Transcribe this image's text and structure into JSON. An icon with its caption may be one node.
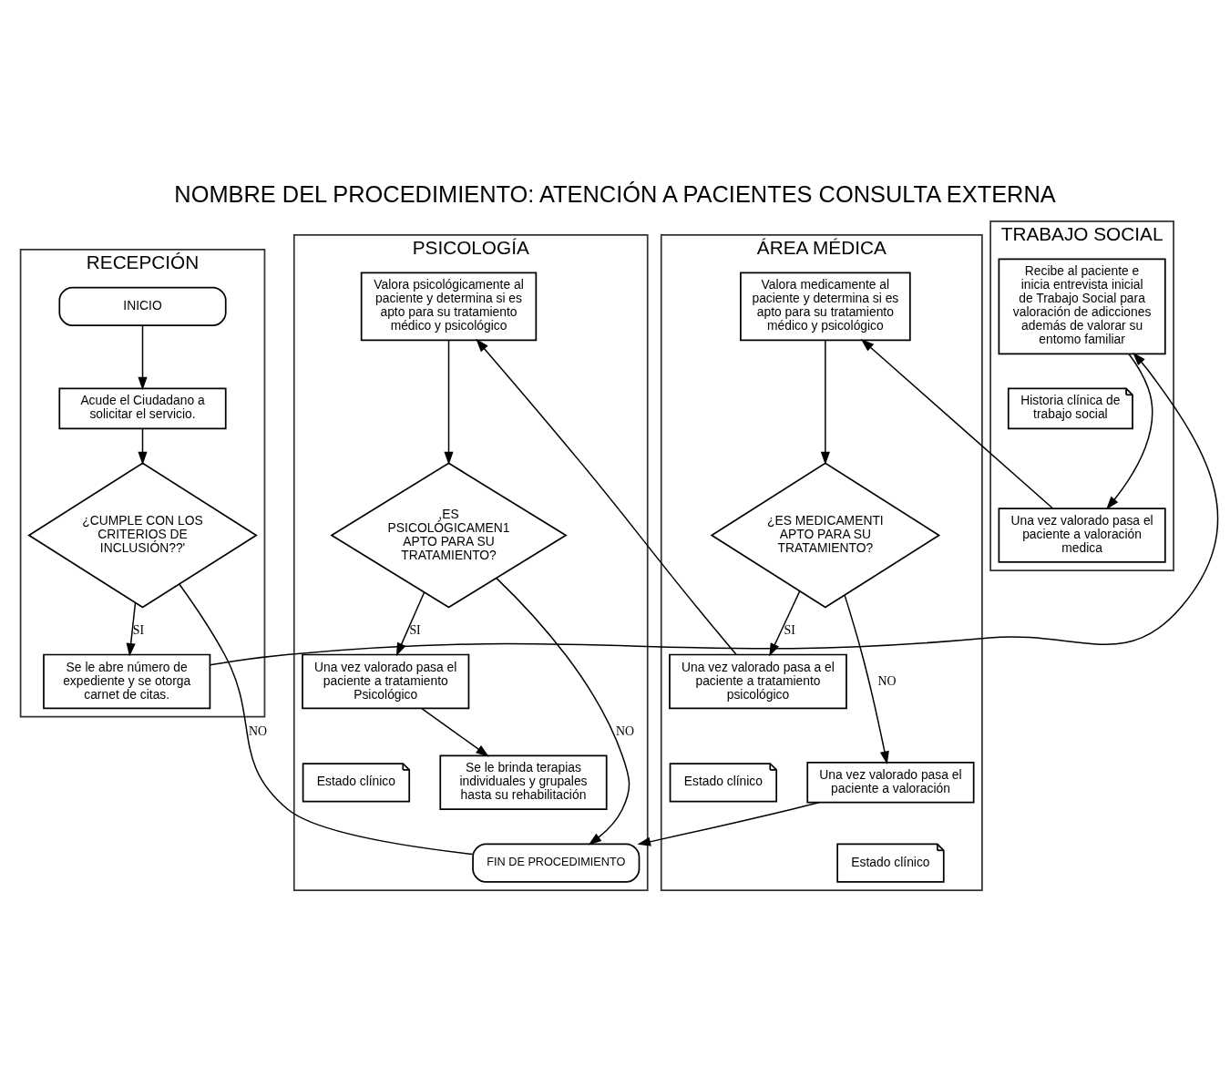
{
  "diagram": {
    "title": "NOMBRE DEL PROCEDIMIENTO: ATENCIÓN A PACIENTES CONSULTA EXTERNA",
    "nodes": [
      {
        "text": [
          "RECEPCIÓN"
        ]
      },
      {
        "text": [
          "TRABAJO SOCIAL"
        ]
      },
      {
        "text": [
          "ÁREA MÉDICA"
        ]
      },
      {
        "text": [
          "PSICOLOGÍA"
        ]
      },
      {
        "text": [
          "INICIO"
        ],
        "in": 0
      },
      {
        "text": [
          "Acude el Ciudadano a solicitar el servicio."
        ],
        "in": 0
      },
      {
        "text": [
          "¿CUMPLE CON LOS CRITERIOS DE INCLUSIÓN??'"
        ],
        "in": 0
      },
      {
        "text": [
          "Se le abre número de expediente y se otorga carnet de citas."
        ],
        "in": 0
      },
      {
        "text": [
          "Recibe al paciente e inicia entrevista inicial de Trabajo Social para valoración de adicciones además de valorar su entomo familiar"
        ],
        "in": 1
      },
      {
        "text": [
          "Historia clínica de trabajo social"
        ],
        "in": 1
      },
      {
        "text": [
          "Una vez valorado pasa el paciente a valoración medica"
        ],
        "in": 1
      },
      {
        "text": [
          "Valora medicamente al paciente y determina si es apto para su tratamiento médico y psicológico"
        ],
        "in": 2
      },
      {
        "text": [
          "¿ES MEDICAMENTI APTO PARA SU TRATAMIENTO?"
        ],
        "in": 2
      },
      {
        "text": [
          "Una vez valorado pasa a el paciente a tratamiento psicológico"
        ],
        "in": 2
      },
      {
        "text": [
          "Estado clínico"
        ],
        "in": 2
      },
      {
        "text": [
          "Una vez valorado pasa el paciente a valoración"
        ],
        "in": 2
      },
      {
        "text": [
          "Estado clínico"
        ],
        "in": 2
      },
      {
        "text": [
          "Valora psicológicamente al paciente y determina si es apto para su tratamiento médico y psicológico"
        ],
        "in": 3
      },
      {
        "text": [
          ",ES PSICOLÓGICAMEN1 APTO PARA SU TRATAMIENTO?"
        ],
        "in": 3
      },
      {
        "text": [
          "Una vez valorado pasa el paciente a tratamiento Psicológico"
        ],
        "in": 3
      },
      {
        "text": [
          "Estado clínico"
        ],
        "in": 3
      },
      {
        "text": [
          "Se le brinda terapias individuales y grupales hasta su rehabilitación"
        ],
        "in": 3
      },
      {
        "text": [
          "FIN DE PROCEDIMIENTO"
        ],
        "in": 3
      }
    ],
    "edges": [
      {
        "from": 4,
        "to": 5,
        "arrow": "to"
      },
      {
        "from": 5,
        "to": 6,
        "arrow": "to"
      },
      {
        "from": 6,
        "to": 7,
        "arrow": "to",
        "label": "SI"
      },
      {
        "from": 6,
        "to": 22,
        "arrow": "none",
        "label": "NO"
      },
      {
        "from": 7,
        "to": 8,
        "arrow": "to"
      },
      {
        "from": 8,
        "to": 10,
        "arrow": "to"
      },
      {
        "from": 10,
        "to": 11,
        "arrow": "to"
      },
      {
        "from": 11,
        "to": 12,
        "arrow": "to"
      },
      {
        "from": 12,
        "to": 13,
        "arrow": "to",
        "label": "SI"
      },
      {
        "from": 12,
        "to": 15,
        "arrow": "to",
        "label": "NO"
      },
      {
        "from": 13,
        "to": 17,
        "arrow": "to"
      },
      {
        "from": 17,
        "to": 18,
        "arrow": "to"
      },
      {
        "from": 18,
        "to": 19,
        "arrow": "to",
        "label": "SI"
      },
      {
        "from": 18,
        "to": 22,
        "arrow": "to",
        "label": "NO"
      },
      {
        "from": 19,
        "to": 21,
        "arrow": "to"
      },
      {
        "from": 15,
        "to": 22,
        "arrow": "to"
      }
    ]
  }
}
